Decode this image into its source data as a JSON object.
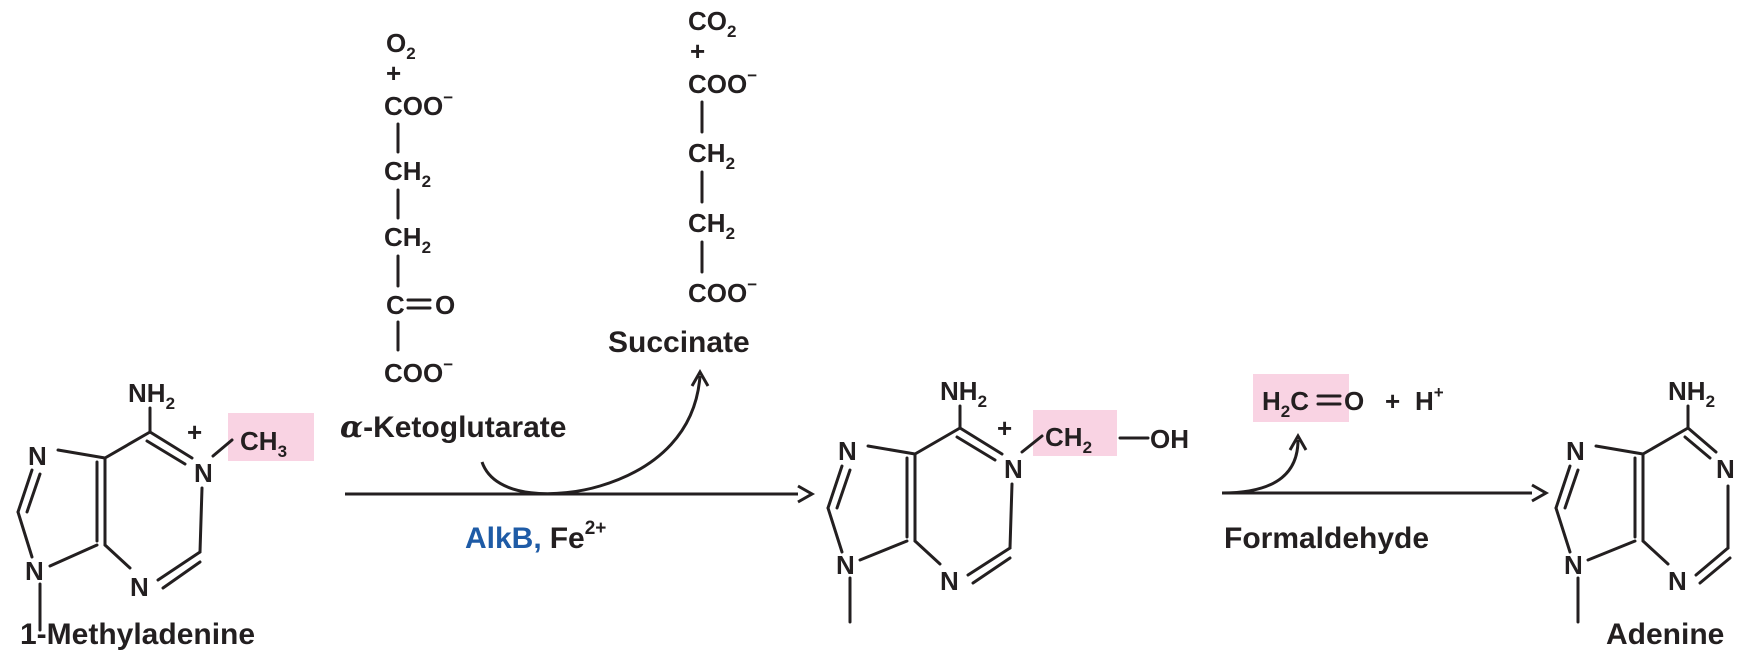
{
  "colors": {
    "highlight": "#f9d3e3",
    "enzyme": "#1e5ba6",
    "ink": "#231f20"
  },
  "labels": {
    "methyladenine": "1-Methyladenine",
    "adenine": "Adenine",
    "alpha_symbol": "α",
    "ketoglutarate": "-Ketoglutarate",
    "succinate": "Succinate",
    "enzyme": "AlkB,",
    "cofactor": "Fe",
    "cofactor_charge": "2+",
    "formaldehyde": "Formaldehyde"
  },
  "atoms": {
    "N": "N",
    "NH": "NH",
    "sub2": "2",
    "C": "C",
    "CH": "CH",
    "H": "H",
    "O": "O",
    "OH": "OH",
    "COO": "COO",
    "minus": "−",
    "plus": "+",
    "O2_O": "O",
    "CO2_CO": "CO"
  }
}
